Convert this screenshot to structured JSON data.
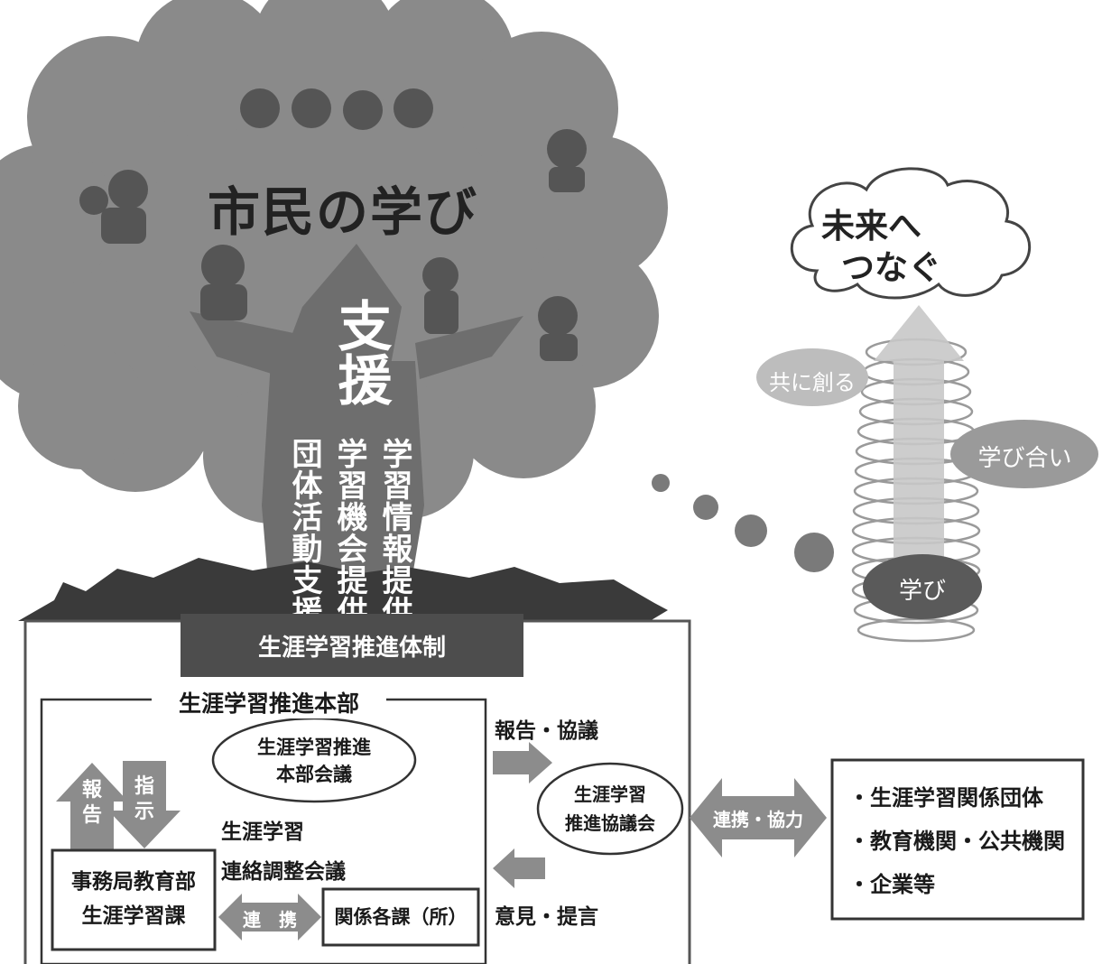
{
  "tree": {
    "title": "市民の学び",
    "trunk_label": "支援",
    "columns": [
      "学習情報提供",
      "学習機会提供",
      "団体活動支援"
    ]
  },
  "future": {
    "cloud_text_line1": "未来へ",
    "cloud_text_line2": "つなぐ",
    "ovals": {
      "create": "共に創る",
      "mutual": "学び合い",
      "learn": "学び"
    }
  },
  "system": {
    "banner": "生涯学習推進体制",
    "hq_title": "生涯学習推進本部",
    "hq_meeting_line1": "生涯学習推進",
    "hq_meeting_line2": "本部会議",
    "report_arrow": "報告",
    "instruct_arrow": "指示",
    "liaison_line1": "生涯学習",
    "liaison_line2": "連絡調整会議",
    "office_line1": "事務局教育部",
    "office_line2": "生涯学習課",
    "link_label": "連　携",
    "related": "関係各課（所）",
    "report_discuss": "報告・協議",
    "opinion": "意見・提言",
    "council_line1": "生涯学習",
    "council_line2": "推進協議会",
    "cooperation": "連携・協力",
    "partners": [
      "・生涯学習関係団体",
      "・教育機関・公共機関",
      "・企業等"
    ]
  },
  "colors": {
    "canopy": "#8a8a8a",
    "trunk": "#6e6e6e",
    "banner": "#4d4d4d",
    "arrow": "#8c8c8c"
  }
}
